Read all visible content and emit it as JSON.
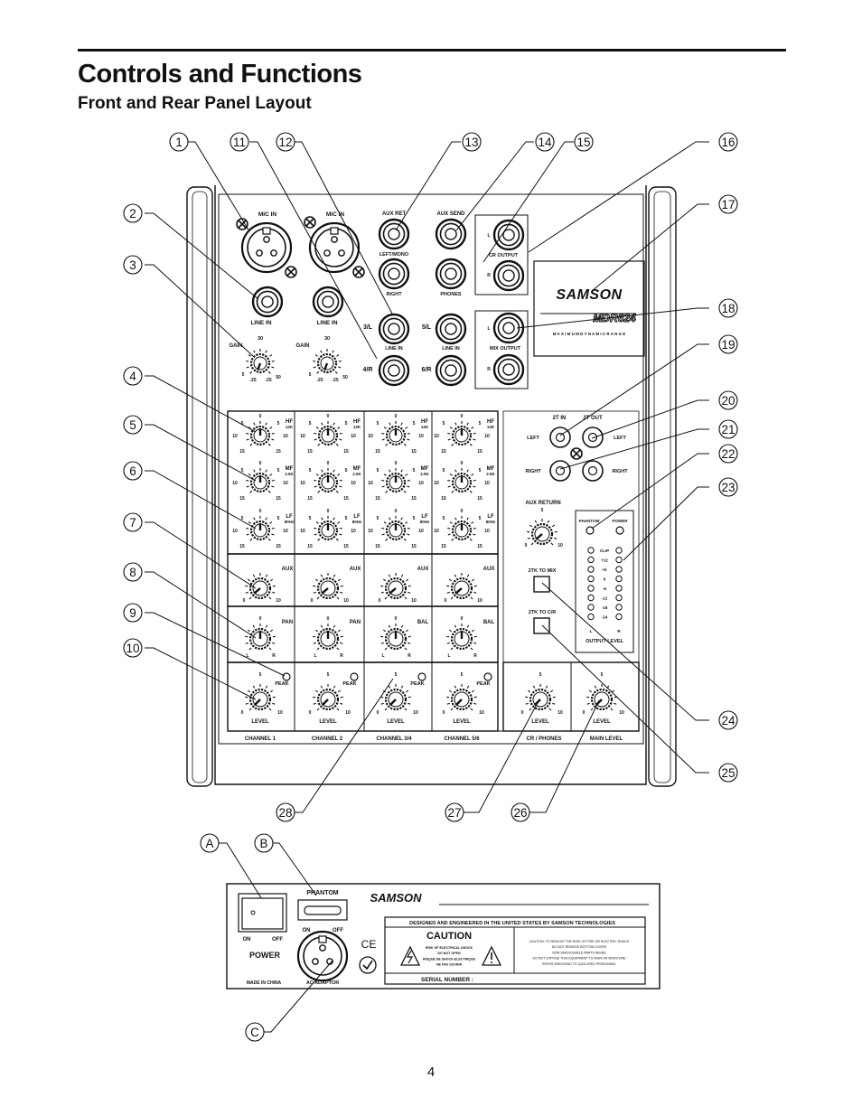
{
  "page": {
    "title": "Controls and Functions",
    "subtitle": "Front and Rear Panel Layout",
    "page_number": "4"
  },
  "callouts": [
    "1",
    "11",
    "12",
    "13",
    "14",
    "15",
    "16",
    "2",
    "17",
    "3",
    "18",
    "19",
    "4",
    "20",
    "21",
    "5",
    "22",
    "6",
    "23",
    "7",
    "8",
    "9",
    "10",
    "24",
    "25",
    "28",
    "27",
    "26",
    "A",
    "B",
    "C"
  ],
  "front": {
    "mic_in": "MIC IN",
    "line_in": "LINE IN",
    "gain": "GAIN",
    "gain_scale": {
      "top": "30",
      "left": "5",
      "right": "50",
      "bl": "-25",
      "br": "-25"
    },
    "aux_ret": "AUX RET",
    "aux_send": "AUX SEND",
    "left_mono": "LEFT/MONO",
    "right": "RIGHT",
    "phones": "PHONES",
    "cr_output": "CR OUTPUT",
    "mix_output": "MIX OUTPUT",
    "l": "L",
    "r": "R",
    "in_34": "3/L",
    "in_4r": "4/R",
    "in_5l": "5/L",
    "in_6r": "6/R",
    "brand": "SAMSON",
    "model": "MDR624",
    "tagline": "M A X I M U M   D Y N A M I C   R A N G E",
    "two_t_in": "2T IN",
    "two_t_out": "2T OUT",
    "left": "LEFT",
    "right_lbl": "RIGHT",
    "aux_return": "AUX RETURN",
    "phantom": "PHANTOM",
    "power": "POWER",
    "meter": [
      "CLIP",
      "+12",
      "+6",
      "0",
      "-6",
      "-12",
      "-18",
      "-24"
    ],
    "output_level": "OUTPUT LEVEL",
    "two_tk_mix": "2TK TO MIX",
    "two_tk_cr": "2TK TO C/R",
    "hf": "HF",
    "hf_freq": "12K",
    "mf": "MF",
    "mf_freq": "2.5K",
    "lf": "LF",
    "lf_freq": "80Hz",
    "aux": "AUX",
    "pan": "PAN",
    "bal": "BAL",
    "peak": "PEAK",
    "level": "LEVEL",
    "eq_scale": {
      "top": "0",
      "m5": "5",
      "m10": "10",
      "m15": "15"
    },
    "lvl_scale": {
      "top": "5",
      "min": "0",
      "max": "10"
    },
    "pan_scale": {
      "top": "0",
      "l": "L",
      "r": "R"
    },
    "channels": [
      "CHANNEL 1",
      "CHANNEL 2",
      "CHANNEL 3/4",
      "CHANNEL 5/6",
      "CR / PHONES",
      "MAIN LEVEL"
    ]
  },
  "rear": {
    "phantom": "PHANTOM",
    "on": "ON",
    "off": "OFF",
    "power": "POWER",
    "made_in": "MADE IN CHINA",
    "ac_adaptor": "AC ADAPTOR",
    "brand": "SAMSON",
    "designed": "DESIGNED AND ENGINEERED IN THE UNITED STATES BY SAMSON TECHNOLOGIES",
    "caution": "CAUTION",
    "warn_left": [
      "RISK OF ELECTRICAL SHOCK",
      "DO NOT OPEN",
      "RISQUE DE SHOCK ELECTRIQUE",
      "NE PAS OUVRIR"
    ],
    "warn_right": [
      "CAUTION: TO REDUCE THE RISK OF FIRE OR ELECTRIC SHOCK",
      "DO NOT REMOVE BOTTOM COVER",
      "NON SERVICEABLE PARTS INSIDE",
      "DO NOT EXPOSE THIS EQUIPMENT TO RAIN OR MOISTURE",
      "REFER SERVICING TO QUALIFIED PERSONNEL"
    ],
    "serial": "SERIAL NUMBER :",
    "ce": "CE"
  }
}
